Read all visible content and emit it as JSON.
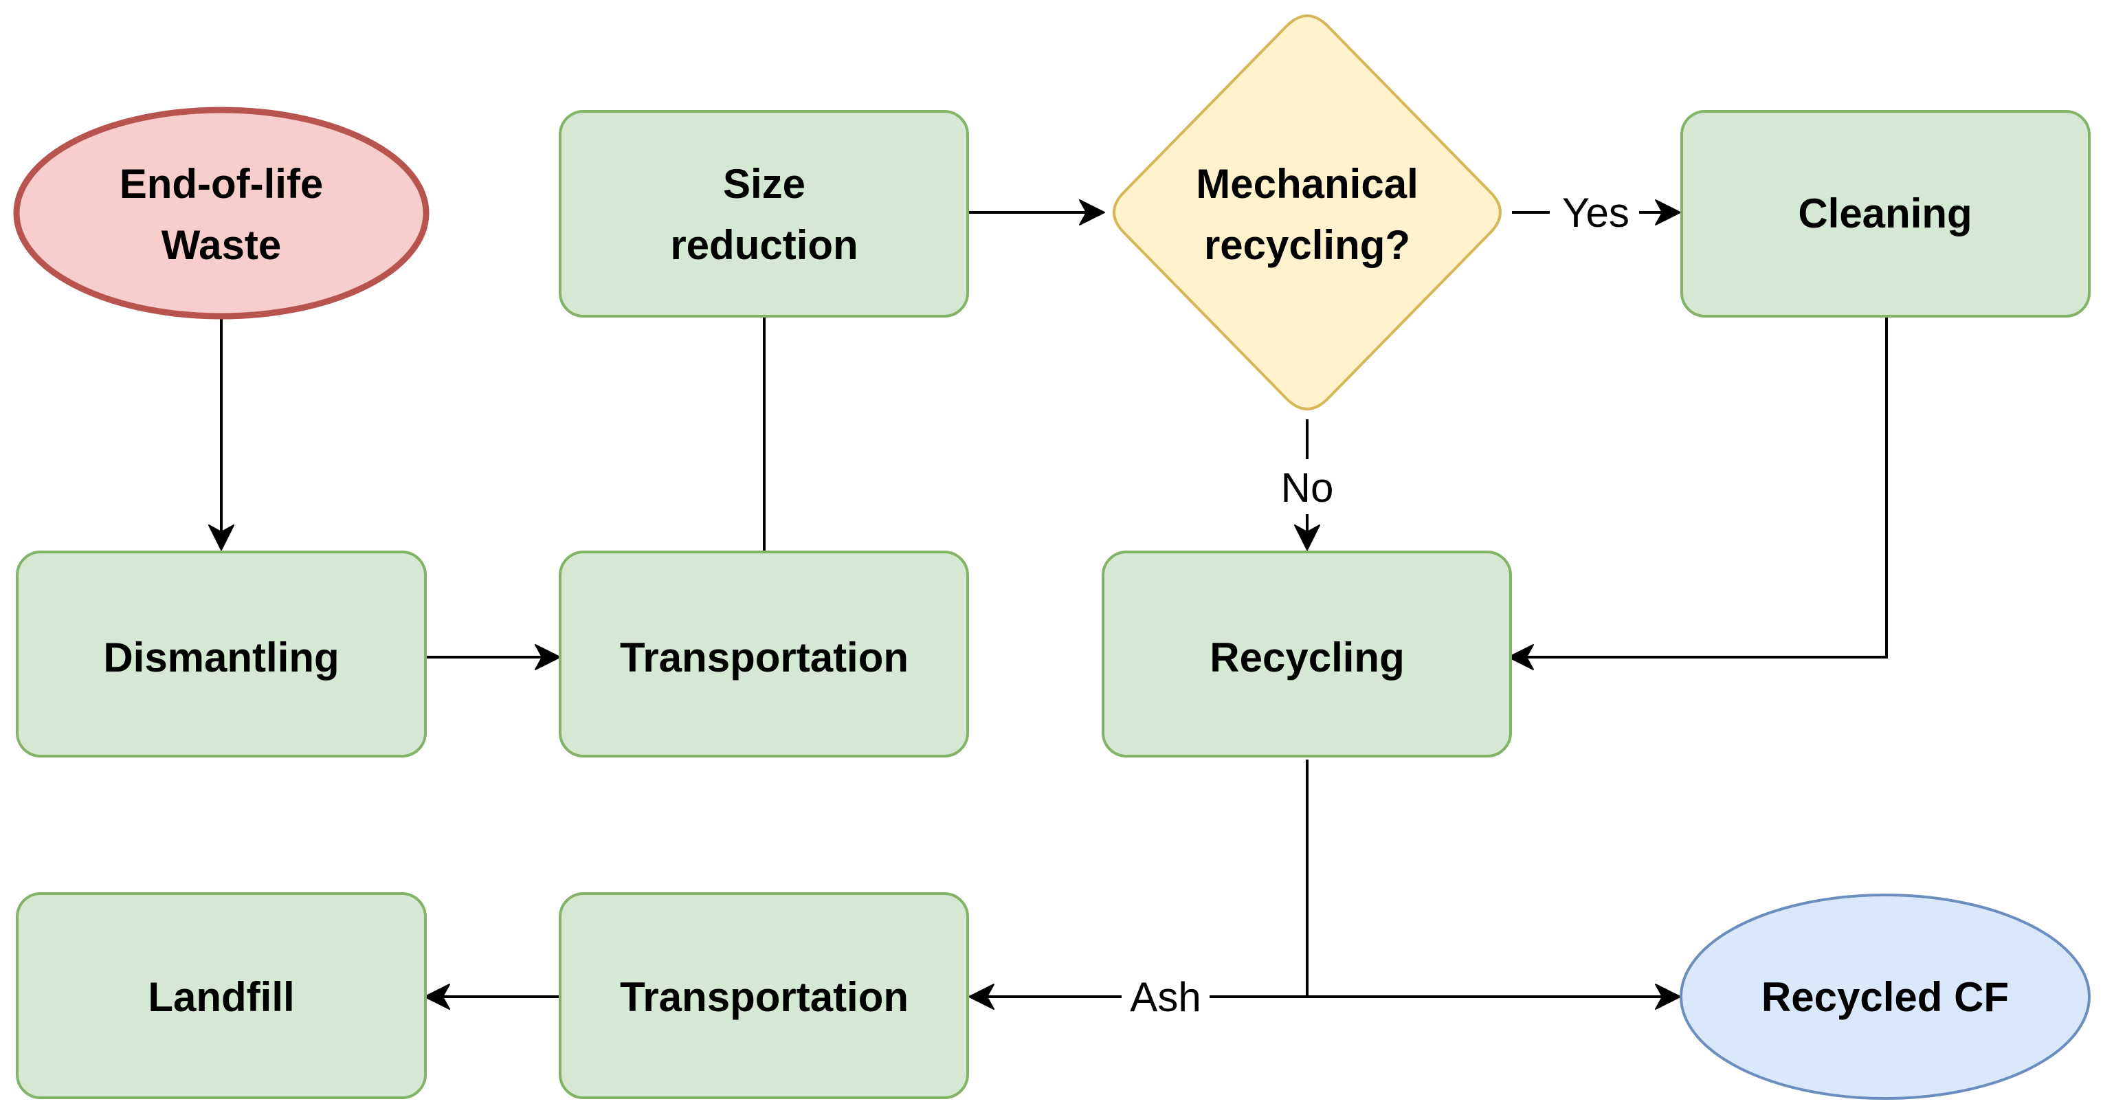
{
  "colors": {
    "process_fill": "#d5e8d4",
    "process_stroke": "#82b366",
    "start_fill": "#f8cecc",
    "start_stroke": "#b85450",
    "decision_fill": "#fff2cc",
    "decision_stroke": "#d6b656",
    "output_fill": "#dae8fc",
    "output_stroke": "#6c8ebf",
    "line": "#000000"
  },
  "nodes": {
    "end_of_life_waste": {
      "line1": "End-of-life",
      "line2": "Waste"
    },
    "size_reduction": {
      "line1": "Size",
      "line2": "reduction"
    },
    "mechanical_recycling": {
      "line1": "Mechanical",
      "line2": "recycling?"
    },
    "cleaning": {
      "label": "Cleaning"
    },
    "dismantling": {
      "label": "Dismantling"
    },
    "transportation_top": {
      "label": "Transportation"
    },
    "recycling": {
      "label": "Recycling"
    },
    "landfill": {
      "label": "Landfill"
    },
    "transportation_bottom": {
      "label": "Transportation"
    },
    "recycled_cf": {
      "label": "Recycled CF"
    }
  },
  "edge_labels": {
    "yes": "Yes",
    "no": "No",
    "ash": "Ash"
  }
}
